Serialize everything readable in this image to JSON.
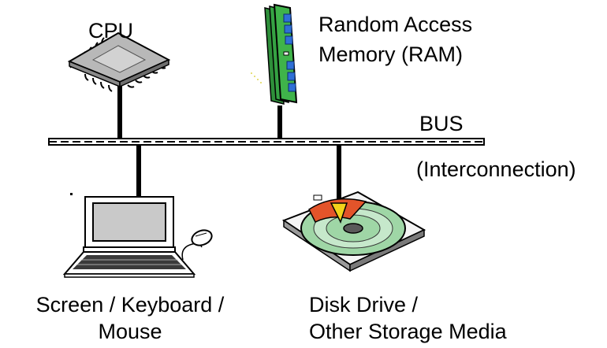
{
  "diagram": {
    "title": "",
    "labels": {
      "cpu": "CPU",
      "ram_line1": "Random Access",
      "ram_line2": "Memory (RAM)",
      "bus": "BUS",
      "bus_sub": "(Interconnection)",
      "io_line1": "Screen / Keyboard /",
      "io_line2": "Mouse",
      "disk_line1": "Disk Drive /",
      "disk_line2": "Other Storage Media"
    },
    "icons": {
      "cpu": "cpu-chip-icon",
      "ram": "memory-module-icon",
      "io": "laptop-with-mouse-icon",
      "disk": "hard-disk-drive-icon"
    },
    "colors": {
      "line": "#000000",
      "ram_green": "#3fb34a",
      "ram_chip": "#2f6fd6",
      "disk_orange": "#e3542a",
      "disk_yellow": "#f2d21b",
      "disk_green": "#9fd6a6",
      "cpu_gray": "#b8b8b8",
      "screen_gray": "#c9c9c9"
    }
  }
}
